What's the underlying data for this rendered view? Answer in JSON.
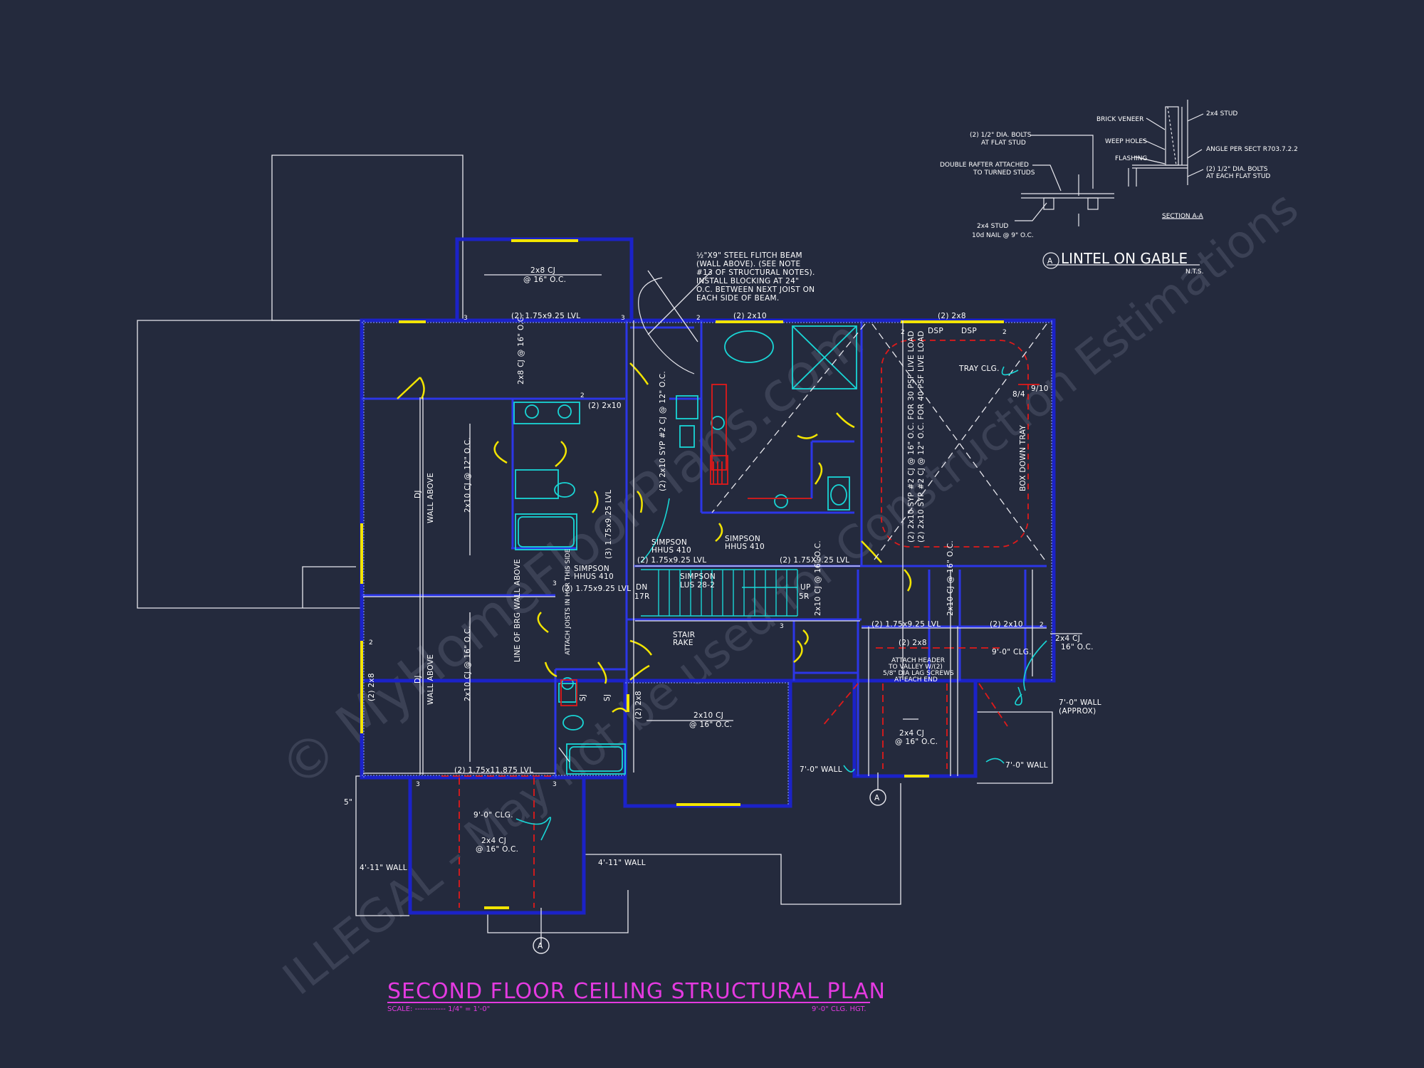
{
  "title": {
    "main": "SECOND FLOOR CEILING STRUCTURAL PLAN",
    "scale": "SCALE: ------------ 1/4\" = 1'-0\"",
    "height": "9'-0\" CLG. HGT."
  },
  "watermark": {
    "line1": "© MyHomeFloorPlans.com",
    "line2": "ILLEGAL - May not be used for Construction Estimations"
  },
  "detail": {
    "title": "LINTEL ON GABLE",
    "marker": "A",
    "nts": "N.T.S.",
    "section": "SECTION A-A",
    "notes": {
      "bolts_flat": "(2) 1/2\" DIA. BOLTS",
      "bolts_flat2": "AT FLAT STUD",
      "double_rafter": "DOUBLE RAFTER ATTACHED",
      "double_rafter2": "TO TURNED STUDS",
      "stud": "2x4 STUD",
      "nail": "10d NAIL @ 9\" O.C.",
      "brick": "BRICK VENEER",
      "weep": "WEEP HOLES",
      "flashing": "FLASHING",
      "stud_r": "2x4 STUD",
      "angle": "ANGLE PER SECT R703.7.2.2",
      "bolts_each": "(2) 1/2\" DIA. BOLTS",
      "bolts_each2": "AT EACH FLAT STUD"
    }
  },
  "beam_note": {
    "l1": "½\"X9\" STEEL FLITCH BEAM",
    "l2": "(WALL ABOVE). (SEE NOTE",
    "l3": "#13 OF STRUCTURAL NOTES).",
    "l4": "INSTALL BLOCKING AT 24\"",
    "l5": "O.C. BETWEEN NEXT JOIST ON",
    "l6": "EACH SIDE OF BEAM."
  },
  "labels": {
    "cj_2x8_top": "2x8 CJ",
    "oc16_top": "@ 16\" O.C.",
    "lvl_top": "(2) 1.75x9.25 LVL",
    "cj_2x8_v": "2x8 CJ @ 16\" O.C.",
    "h_2x10_a": "(2) 2x10",
    "h_2x10_b": "(2) 2x10",
    "h_2x8_mb": "(2) 2x8",
    "dsp1": "DSP",
    "dsp2": "DSP",
    "tray": "TRAY CLG.",
    "pitch1": "9/10",
    "pitch2": "8/4",
    "boxdown": "BOX DOWN TRAY",
    "mb_cj1": "(2) 2x10 SYP #2 CJ @ 16\" O.C. FOR 30 PSF LIVE LOAD",
    "mb_cj2": "(2) 2x10 SYP #2 CJ @ 12\" O.C. FOR 40 PSF LIVE LOAD",
    "hall_cj": "(2) 2x10 SYP #2 CJ @ 12\" O.C.",
    "dj1": "DJ",
    "wall_above1": "WALL ABOVE",
    "cj_2x10_12": "2x10 CJ @ 12\" O.C.",
    "lvl_v": "(3) 1.75x9.25 LVL",
    "simpson1_a": "SIMPSON",
    "simpson1_b": "HHUS 410",
    "simpson2_a": "SIMPSON",
    "simpson2_b": "HHUS 410",
    "simpson3_a": "SIMPSON",
    "simpson3_b": "HHUS 410",
    "simpson4_a": "SIMPSON",
    "simpson4_b": "LUS 28-2",
    "lvl_stair1": "(2) 1.75x9.25 LVL",
    "lvl_stair2": "(2) 1.75x9.25 LVL",
    "lvl_stair3": "(2) 1.75X9.25 LVL",
    "dn": "DN",
    "r17": "17R",
    "up": "UP",
    "r5": "5R",
    "stair_rake1": "STAIR",
    "stair_rake2": "RAKE",
    "dj2": "DJ",
    "wall_above2": "WALL ABOVE",
    "cj_2x10_16": "2x10 CJ @ 16\" O.C.",
    "h_2x8_l": "(2) 2x8",
    "line_brg": "LINE OF BRG WALL ABOVE",
    "attach_joists": "ATTACH JOISTS IN HGR THIS SIDE",
    "sj1": "SJ",
    "sj2": "SJ",
    "h_2x8_c": "(2) 2x8",
    "cj_center": "2x10 CJ",
    "oc_center": "@ 16\" O.C.",
    "lvl_bottom": "(2) 1.75x11.875 LVL",
    "clg_bot": "9'-0\" CLG.",
    "cj_2x4_bot": "2x4 CJ",
    "oc_2x4_bot": "@ 16\" O.C.",
    "wall_411_l": "4'-11\" WALL",
    "wall_411_r": "4'-11\" WALL",
    "five": "5\"",
    "cj_right_v": "2x10 CJ @ 16\" O.C.",
    "cj_right_v2": "2x10 CJ @ 16\" O.C.",
    "lvl_right": "(2) 1.75x9.25 LVL",
    "h_2x10_r": "(2) 2x10",
    "h_2x8_r": "(2) 2x8",
    "attach_header1": "ATTACH HEADER",
    "attach_header2": "TO VALLEY W/(2)",
    "attach_header3": "5/8\" DIA LAG SCREWS",
    "attach_header4": "AT EACH END",
    "clg_right": "9'-0\" CLG.",
    "cj_2x4_r": "2x4 CJ",
    "oc_2x4_r": "16\" O.C.",
    "cj_2x4_c": "2x4 CJ",
    "oc_2x4_c": "@ 16\" O.C.",
    "wall_7a": "7'-0\" WALL",
    "wall_7a2": "(APPROX)",
    "wall_7b": "7'-0\" WALL",
    "wall_7c": "7'-0\" WALL",
    "sec_a1": "A",
    "sec_a2": "A",
    "n2a": "2",
    "n2b": "2",
    "n2c": "2",
    "n2d": "2",
    "n2e": "2",
    "n2f": "2",
    "n3a": "3",
    "n3b": "3",
    "n3c": "3",
    "n3d": "3",
    "n3e": "3",
    "n3f": "3"
  }
}
